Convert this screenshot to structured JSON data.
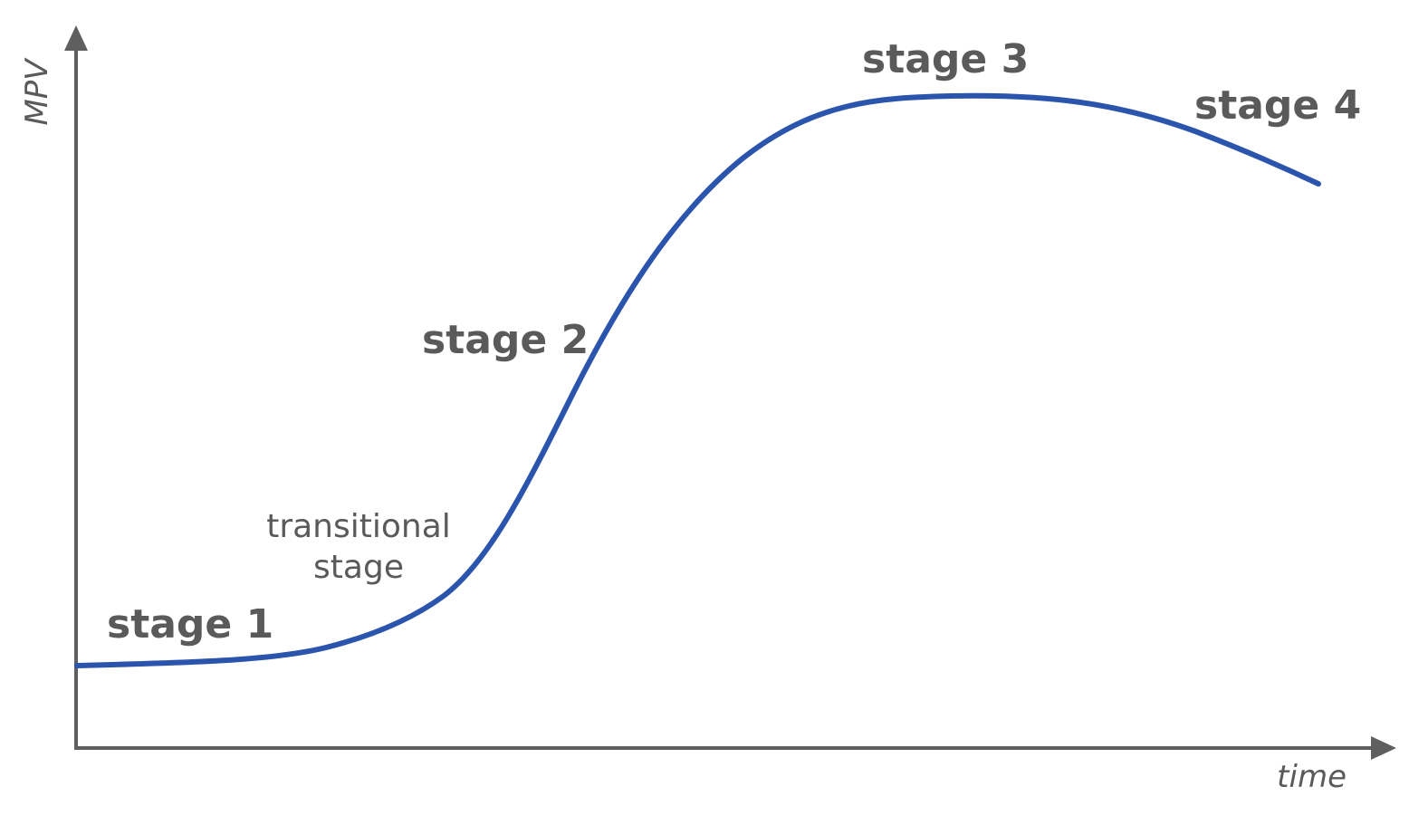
{
  "axes": {
    "y_label": "MPV",
    "x_label": "time"
  },
  "stages": {
    "stage1": "stage 1",
    "transitional_line1": "transitional",
    "transitional_line2": "stage",
    "stage2": "stage 2",
    "stage3": "stage 3",
    "stage4": "stage 4"
  },
  "colors": {
    "curve": "#2b55ad",
    "axis": "#5f5f5f",
    "text": "#5a5a5a"
  }
}
